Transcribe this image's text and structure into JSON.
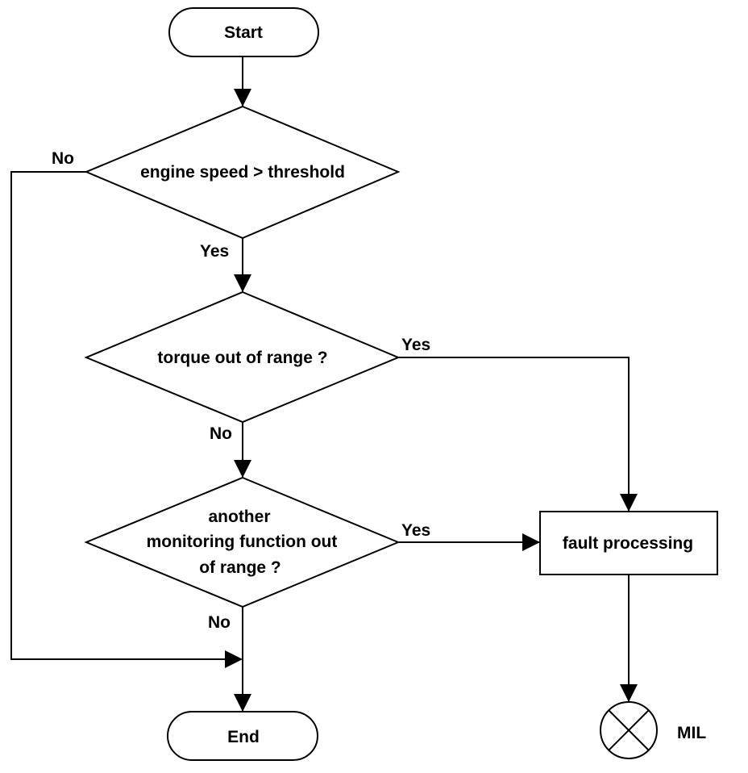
{
  "diagram": {
    "nodes": {
      "start": "Start",
      "decision_speed": "engine speed > threshold",
      "decision_torque": "torque out of range ?",
      "decision_monitor": [
        "another",
        "monitoring function out",
        "of range ?"
      ],
      "fault": "fault processing",
      "end": "End",
      "mil": "MIL"
    },
    "edge_labels": {
      "speed_no": "No",
      "speed_yes": "Yes",
      "torque_yes": "Yes",
      "torque_no": "No",
      "monitor_yes": "Yes",
      "monitor_no": "No"
    }
  }
}
